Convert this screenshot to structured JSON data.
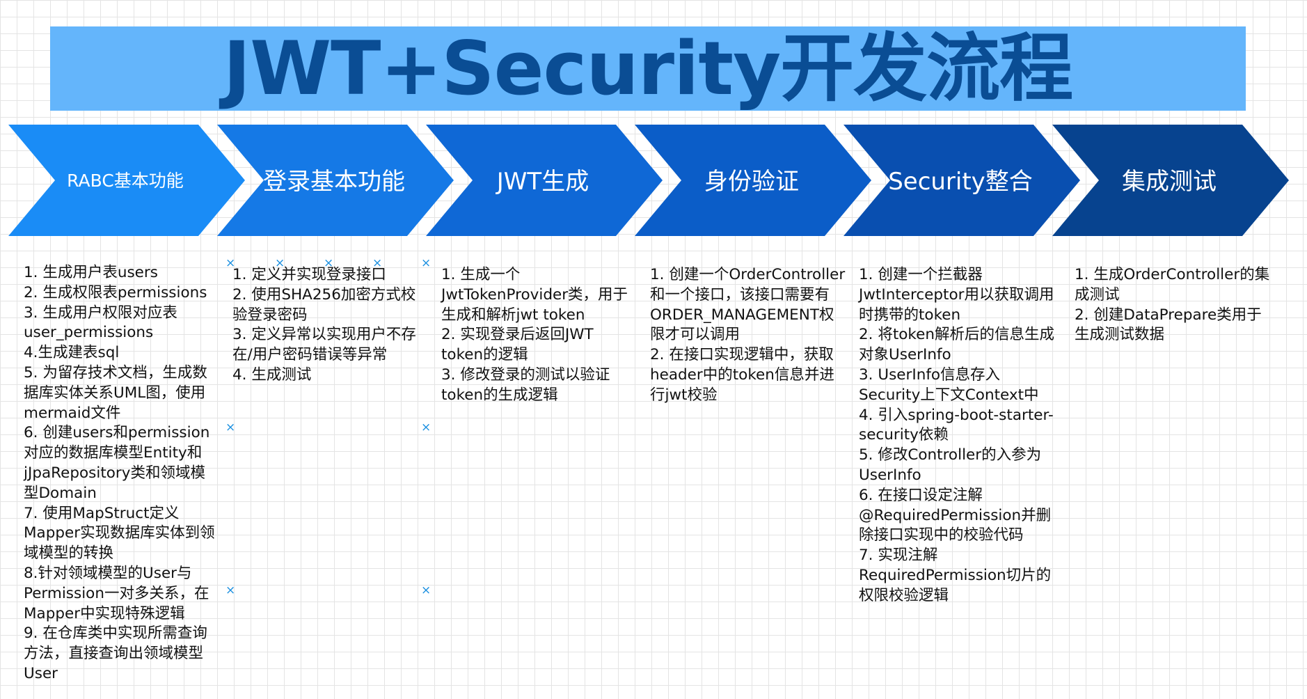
{
  "title": "JWT+Security开发流程",
  "colors": {
    "banner": "#64b5fb",
    "title_text": "#0a4d94",
    "steps": [
      "#1a8cf6",
      "#1579e6",
      "#0f68d6",
      "#0b5dc8",
      "#094fb0",
      "#07438f"
    ]
  },
  "steps": [
    {
      "label": "RABC基本功能",
      "items": [
        "1. 生成用户表users",
        "2. 生成权限表permissions",
        "3. 生成用户权限对应表 user_permissions",
        "4.生成建表sql",
        "5. 为留存技术文档，生成数据库实体关系UML图，使用mermaid文件",
        "6. 创建users和permission对应的数据库模型Entity和jJpaRepository类和领域模型Domain",
        "7. 使用MapStruct定义Mapper实现数据库实体到领域模型的转换",
        "8.针对领域模型的User与Permission一对多关系，在Mapper中实现特殊逻辑",
        "9. 在仓库类中实现所需查询方法，直接查询出领域模型User"
      ]
    },
    {
      "label": "登录基本功能",
      "items": [
        "1. 定义并实现登录接口",
        "2. 使用SHA256加密方式校验登录密码",
        "3. 定义异常以实现用户不存在/用户密码错误等异常",
        "4. 生成测试"
      ]
    },
    {
      "label": "JWT生成",
      "items": [
        "1. 生成一个JwtTokenProvider类，用于生成和解析jwt token",
        "2. 实现登录后返回JWT token的逻辑",
        "3. 修改登录的测试以验证token的生成逻辑"
      ]
    },
    {
      "label": "身份验证",
      "items": [
        "1. 创建一个OrderController和一个接口，该接口需要有ORDER_MANAGEMENT权限才可以调用",
        "2. 在接口实现逻辑中，获取header中的token信息并进行jwt校验"
      ]
    },
    {
      "label": "Security整合",
      "items": [
        "1. 创建一个拦截器JwtInterceptor用以获取调用时携带的token",
        "2. 将token解析后的信息生成对象UserInfo",
        "3. UserInfo信息存入Security上下文Context中",
        "4. 引入spring-boot-starter-security依赖",
        "5. 修改Controller的入参为UserInfo",
        "6. 在接口设定注解@RequiredPermission并删除接口实现中的校验代码",
        "7. 实现注解RequiredPermission切片的权限校验逻辑"
      ]
    },
    {
      "label": "集成测试",
      "items": [
        "1. 生成OrderController的集成测试",
        "2. 创建DataPrepare类用于生成测试数据"
      ]
    }
  ],
  "marker_icon": "×"
}
